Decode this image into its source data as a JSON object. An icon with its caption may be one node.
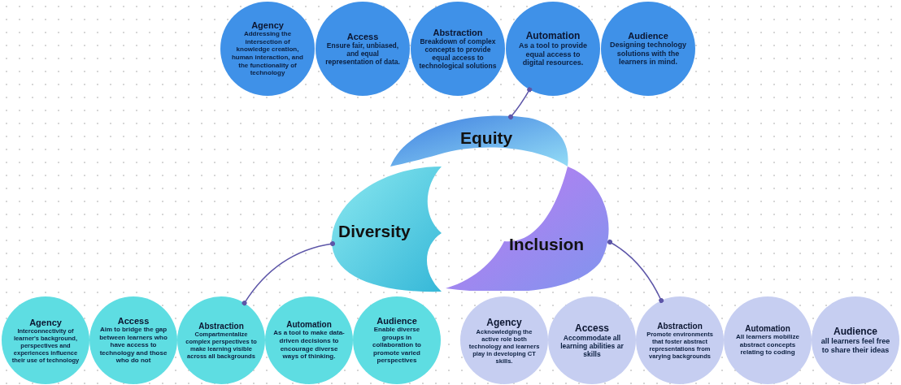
{
  "diagram": {
    "nodes": [
      {
        "text": [
          "Agency",
          "Addressing the intersection of knowledge creation, human interaction, and the functionality of technology"
        ]
      },
      {
        "text": [
          "Access",
          "Ensure fair, unbiased, and equal representation of data."
        ]
      },
      {
        "text": [
          "Abstraction",
          "Breakdown of complex concepts to provide equal access to technological solutions"
        ]
      },
      {
        "text": [
          "Automation",
          "As a tool to provide equal access to digital resources."
        ]
      },
      {
        "text": [
          "Audience",
          "Designing technology solutions with the learners in mind."
        ]
      },
      {
        "text": [
          "Equity"
        ]
      },
      {
        "text": [
          "Diversity"
        ]
      },
      {
        "text": [
          "Inclusion"
        ]
      },
      {
        "text": [
          "Agency",
          "Interconnectivity of learner's background, perspectives and experiences influence their use of technology"
        ]
      },
      {
        "text": [
          "Access",
          "Aim to bridge the gap between learners who have access to technology and those who do not"
        ]
      },
      {
        "text": [
          "Abstraction",
          "Compartmentalize complex perspectives to make learning visible across all backgrounds"
        ]
      },
      {
        "text": [
          "Automation",
          "As a tool to make data-driven decisions to encourage diverse ways of thinking."
        ]
      },
      {
        "text": [
          "Audience",
          "Enable diverse groups in collaboration to promote varied perspectives"
        ]
      },
      {
        "text": [
          "Agency",
          "Acknowledging the active role both technology and learners play in developing  CT skills."
        ]
      },
      {
        "text": [
          "Access",
          "Accommodate all learning abilities ar skills"
        ]
      },
      {
        "text": [
          "Abstraction",
          "Promote environments that foster abstract representations from varying backgrounds"
        ]
      },
      {
        "text": [
          "Automation",
          "All learners mobilize abstract concepts relating to coding"
        ]
      },
      {
        "text": [
          "Audience",
          "all learners feel free to share their ideas"
        ]
      }
    ],
    "edges": [
      {
        "from": 5,
        "to": 3,
        "arrow": "other"
      },
      {
        "from": 6,
        "to": 10,
        "arrow": "other"
      },
      {
        "from": 7,
        "to": 15,
        "arrow": "other"
      }
    ]
  }
}
